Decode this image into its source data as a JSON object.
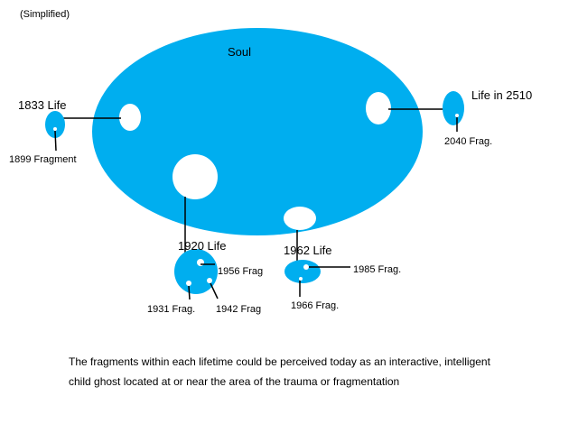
{
  "header": {
    "text": "(Simplified)"
  },
  "soul": {
    "label": "Soul"
  },
  "lives": {
    "life_1833": {
      "label": "1833 Life",
      "fragment": "1899 Fragment"
    },
    "life_2510": {
      "label": "Life in 2510",
      "fragment": "2040 Frag."
    },
    "life_1920": {
      "label": "1920 Life",
      "fragments": [
        "1956 Frag",
        "1931 Frag.",
        "1942 Frag"
      ]
    },
    "life_1962": {
      "label": "1962 Life",
      "fragments": [
        "1985 Frag.",
        "1966 Frag."
      ]
    }
  },
  "caption": {
    "line1": "The fragments within each lifetime could be perceived today as an interactive, intelligent",
    "line2": "child ghost located at or near the area of the trauma or fragmentation"
  },
  "colors": {
    "blue": "#00aeef",
    "hole": "#ffffff",
    "line": "#000000",
    "text": "#000000"
  }
}
